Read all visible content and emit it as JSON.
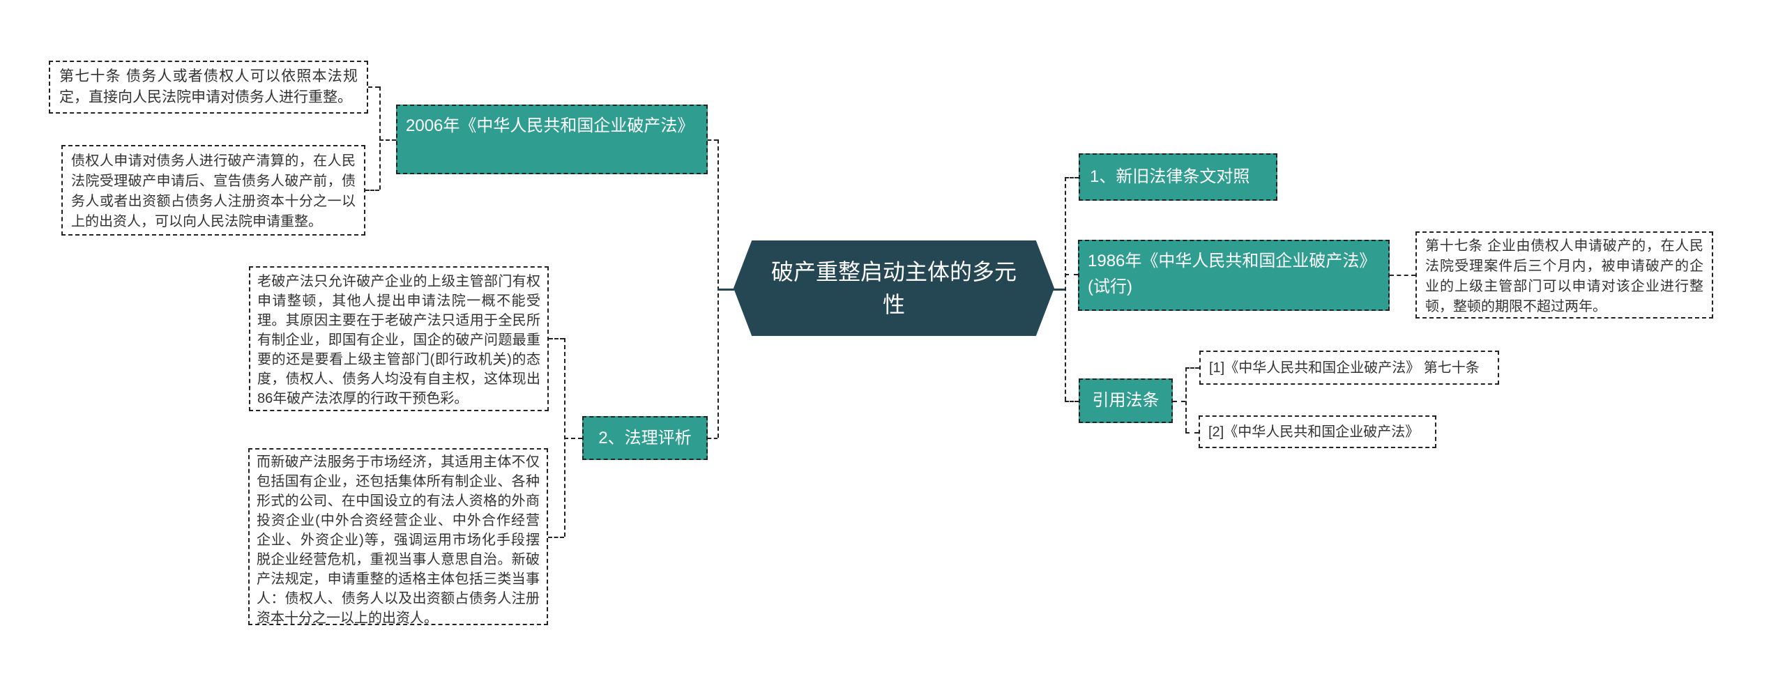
{
  "root": {
    "label": "破产重整启动主体的多元性"
  },
  "branches": {
    "law2006": {
      "label": "2006年《中华人民共和国企业破产法》",
      "children": {
        "article70": {
          "text": "第七十条 债务人或者债权人可以依照本法规定，直接向人民法院申请对债务人进行重整。"
        },
        "creditor": {
          "text": "债权人申请对债务人进行破产清算的，在人民法院受理破产申请后、宣告债务人破产前，债务人或者出资额占债务人注册资本十分之一以上的出资人，可以向人民法院申请重整。"
        }
      }
    },
    "analysis": {
      "label": "2、法理评析",
      "children": {
        "old_law": {
          "text": "老破产法只允许破产企业的上级主管部门有权申请整顿，其他人提出申请法院一概不能受理。其原因主要在于老破产法只适用于全民所有制企业，即国有企业，国企的破产问题最重要的还是要看上级主管部门(即行政机关)的态度，债权人、债务人均没有自主权，这体现出86年破产法浓厚的行政干预色彩。"
        },
        "new_law": {
          "text": "而新破产法服务于市场经济，其适用主体不仅包括国有企业，还包括集体所有制企业、各种形式的公司、在中国设立的有法人资格的外商投资企业(中外合资经营企业、中外合作经营企业、外资企业)等，强调运用市场化手段摆脱企业经营危机，重视当事人意思自治。新破产法规定，申请重整的适格主体包括三类当事人：债权人、债务人以及出资额占债务人注册资本十分之一以上的出资人。"
        }
      }
    },
    "comparison": {
      "label": "1、新旧法律条文对照"
    },
    "law1986": {
      "label": "1986年《中华人民共和国企业破产法》(试行)",
      "children": {
        "article17": {
          "text": "第十七条 企业由债权人申请破产的，在人民法院受理案件后三个月内，被申请破产的企业的上级主管部门可以申请对该企业进行整顿，整顿的期限不超过两年。"
        }
      }
    },
    "citations": {
      "label": "引用法条",
      "children": {
        "cite1": {
          "text": "[1]《中华人民共和国企业破产法》 第七十条"
        },
        "cite2": {
          "text": "[2]《中华人民共和国企业破产法》"
        }
      }
    }
  },
  "colors": {
    "teal": "#2f9e90",
    "dark_node": "#254653",
    "line": "#222222",
    "note_text": "#333333",
    "node_text": "#ffffff",
    "background": "#ffffff"
  }
}
